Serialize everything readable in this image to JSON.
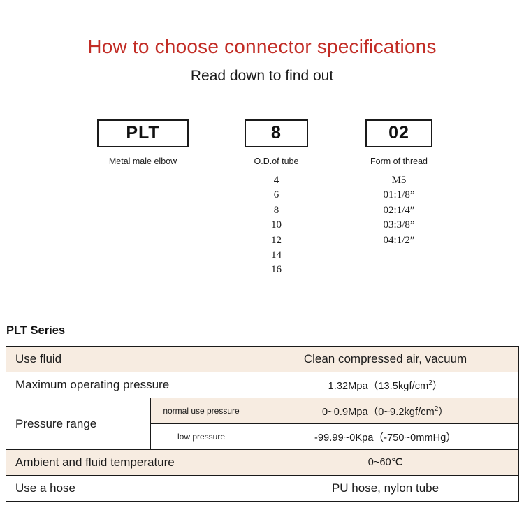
{
  "header": {
    "title": "How to choose connector specifications",
    "subtitle": "Read down to find out",
    "title_color": "#c22d26"
  },
  "code_breakdown": [
    {
      "code": "PLT",
      "caption": "Metal male elbow",
      "options": []
    },
    {
      "code": "8",
      "caption": "O.D.of tube",
      "options": [
        "4",
        "6",
        "8",
        "10",
        "12",
        "14",
        "16"
      ]
    },
    {
      "code": "02",
      "caption": "Form of thread",
      "options": [
        "M5",
        "01:1/8”",
        "02:1/4”",
        "03:3/8”",
        "04:1/2”"
      ]
    }
  ],
  "spec_table": {
    "heading": "PLT Series",
    "row_shade_color": "#f7ece1",
    "rows": [
      {
        "label": "Use fluid",
        "value": "Clean compressed air, vacuum",
        "shaded": true
      },
      {
        "label": "Maximum operating pressure",
        "value": "1.32Mpa（13.5kgf/cm²）",
        "shaded": false
      },
      {
        "label": "Pressure range",
        "sub_rows": [
          {
            "sublabel": "normal use pressure",
            "value": "0~0.9Mpa（0~9.2kgf/cm²）",
            "shaded": true
          },
          {
            "sublabel": "low pressure",
            "value": "-99.99~0Kpa（-750~0mmHg）",
            "shaded": false
          }
        ]
      },
      {
        "label": "Ambient and fluid temperature",
        "value": "0~60℃",
        "shaded": true
      },
      {
        "label": "Use a hose",
        "value": "PU hose, nylon tube",
        "shaded": false
      }
    ]
  }
}
